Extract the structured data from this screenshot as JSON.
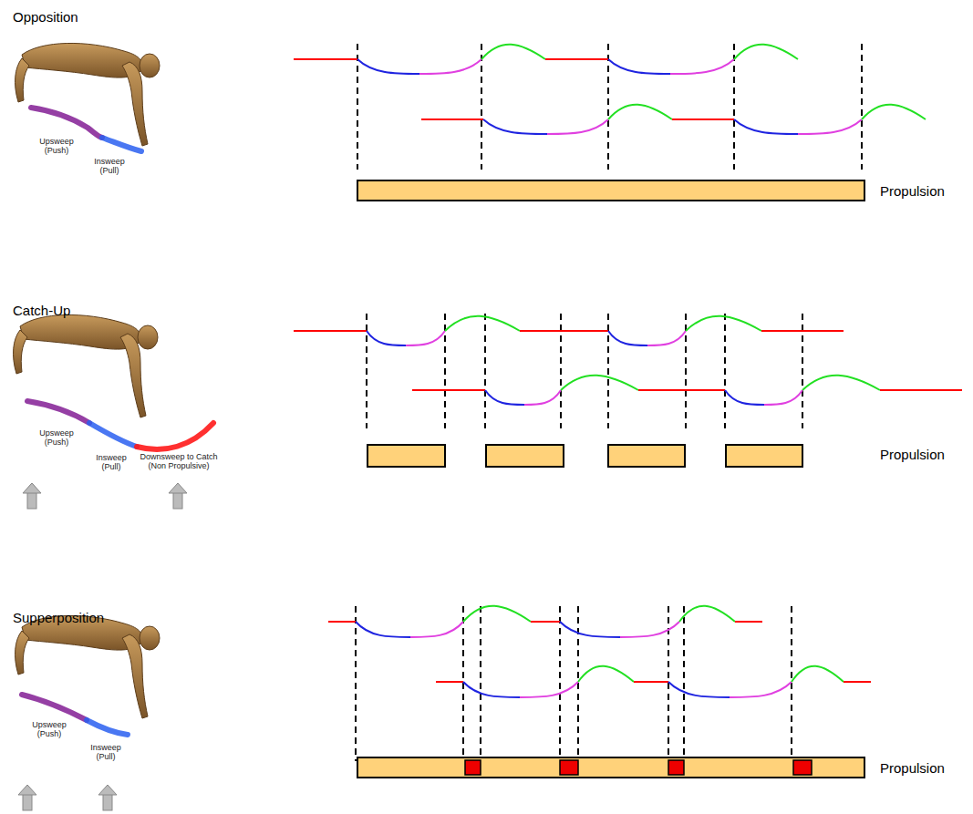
{
  "diagram": {
    "labels": [
      "Opposition",
      "Upsweep (Push)",
      "Insweep (Pull)",
      "Propulsion",
      "Catch-Up",
      "Upsweep (Push)",
      "Insweep (Pull)",
      "Downsweep to Catch (Non Propulsive)",
      "Propulsion",
      "Supperposition",
      "Upsweep (Push)",
      "Insweep (Pull)",
      "Propulsion"
    ]
  }
}
